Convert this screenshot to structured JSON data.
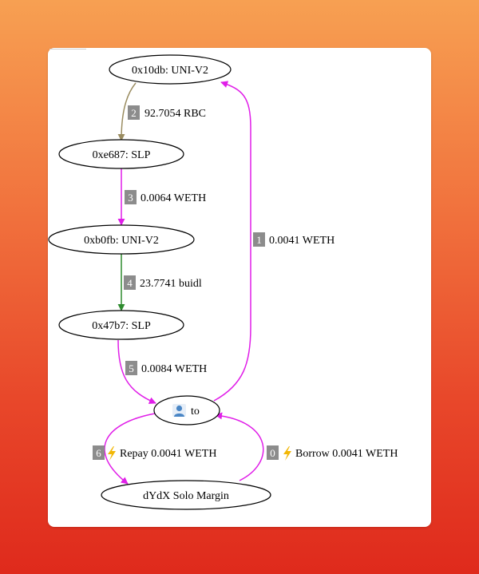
{
  "nodes": {
    "uni_v2_top": "0x10db: UNI-V2",
    "slp_top": "0xe687: SLP",
    "uni_v2_mid": "0xb0fb: UNI-V2",
    "slp_bottom": "0x47b7: SLP",
    "to": "to",
    "to_icon": "person-icon",
    "dydx": "dYdX Solo Margin"
  },
  "edges": [
    {
      "step": "2",
      "label": "92.7054 RBC",
      "color": "#9a8c60"
    },
    {
      "step": "3",
      "label": "0.0064 WETH",
      "color": "#e01ee8"
    },
    {
      "step": "4",
      "label": "23.7741 buidl",
      "color": "#2e8b2e"
    },
    {
      "step": "5",
      "label": "0.0084 WETH",
      "color": "#e01ee8"
    },
    {
      "step": "1",
      "label": "0.0041 WETH",
      "color": "#e01ee8"
    },
    {
      "step": "6",
      "label": "Repay 0.0041 WETH",
      "icon": "lightning-icon",
      "color": "#e01ee8"
    },
    {
      "step": "0",
      "label": "Borrow 0.0041 WETH",
      "icon": "lightning-icon",
      "color": "#e01ee8"
    }
  ],
  "colors": {
    "background_top": "#f7a052",
    "background_bottom": "#df2a1c",
    "card": "#ffffff",
    "badge": "#8c8c8c",
    "lightning": "#f2b705",
    "person": "#4a86c5"
  }
}
